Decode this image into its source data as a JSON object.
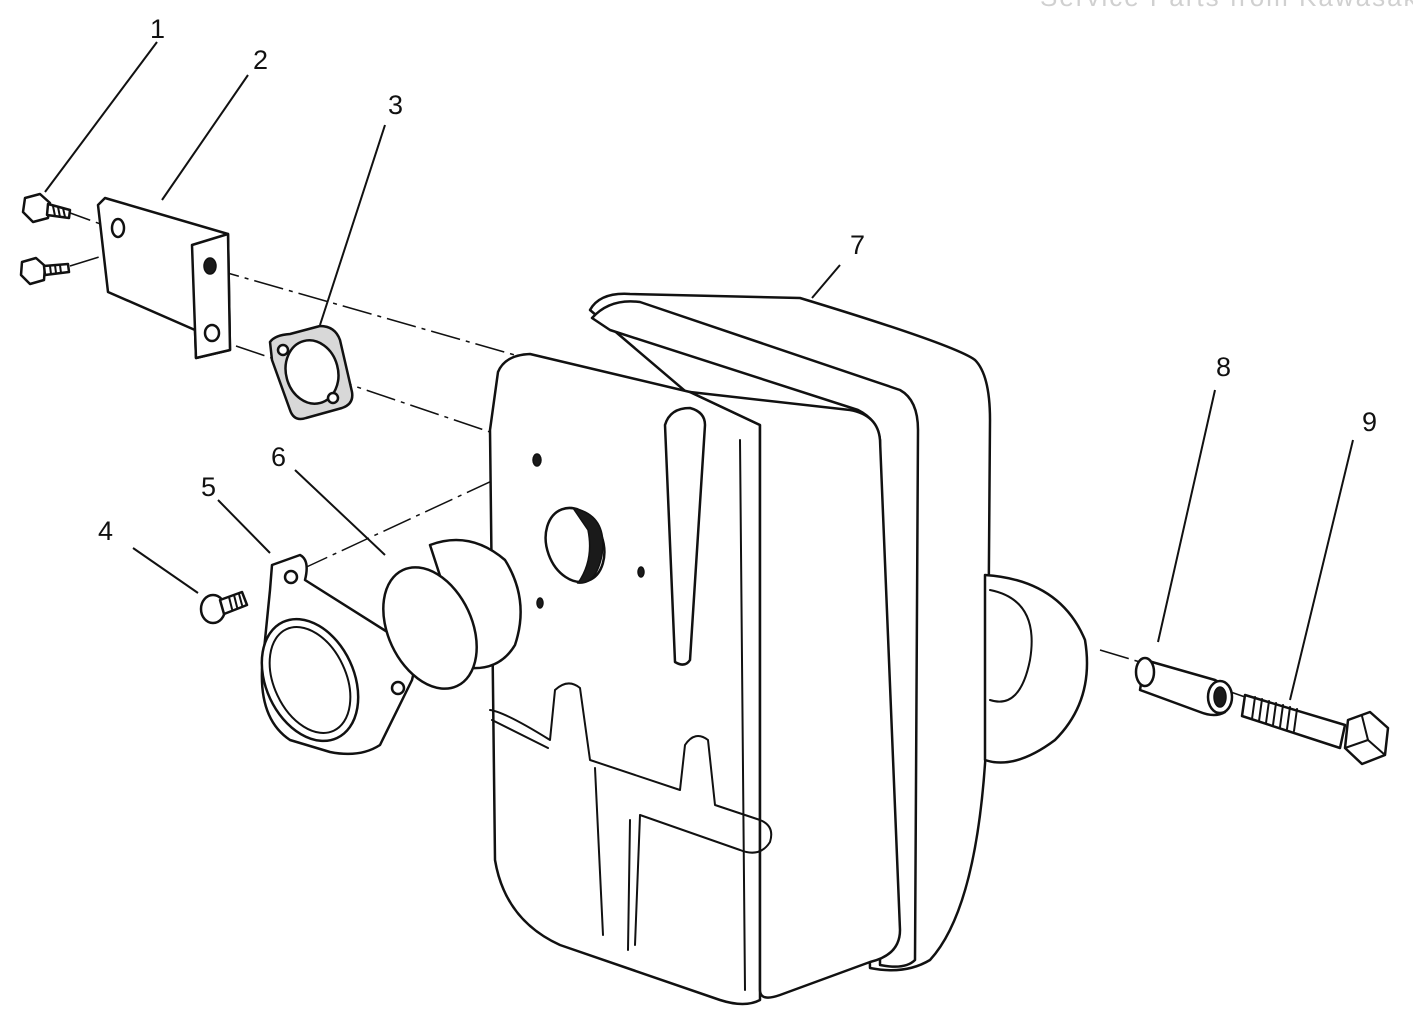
{
  "header": {
    "text": "Service Parts from Kawasaki"
  },
  "callouts": [
    {
      "id": "1",
      "label": "1"
    },
    {
      "id": "2",
      "label": "2"
    },
    {
      "id": "3",
      "label": "3"
    },
    {
      "id": "4",
      "label": "4"
    },
    {
      "id": "5",
      "label": "5"
    },
    {
      "id": "6",
      "label": "6"
    },
    {
      "id": "7",
      "label": "7"
    },
    {
      "id": "8",
      "label": "8"
    },
    {
      "id": "9",
      "label": "9"
    }
  ],
  "parts": [
    {
      "ref": "1",
      "icon": "hex-flange-bolt-icon"
    },
    {
      "ref": "2",
      "icon": "mounting-bracket-icon"
    },
    {
      "ref": "3",
      "icon": "exhaust-gasket-icon"
    },
    {
      "ref": "4",
      "icon": "screw-icon"
    },
    {
      "ref": "5",
      "icon": "exhaust-outlet-flange-icon"
    },
    {
      "ref": "6",
      "icon": "spark-arrestor-screen-icon"
    },
    {
      "ref": "7",
      "icon": "muffler-body-icon"
    },
    {
      "ref": "8",
      "icon": "spacer-sleeve-icon"
    },
    {
      "ref": "9",
      "icon": "long-hex-bolt-icon"
    }
  ],
  "colors": {
    "line": "#111111",
    "background": "#ffffff",
    "header": "#d0d0d0"
  }
}
